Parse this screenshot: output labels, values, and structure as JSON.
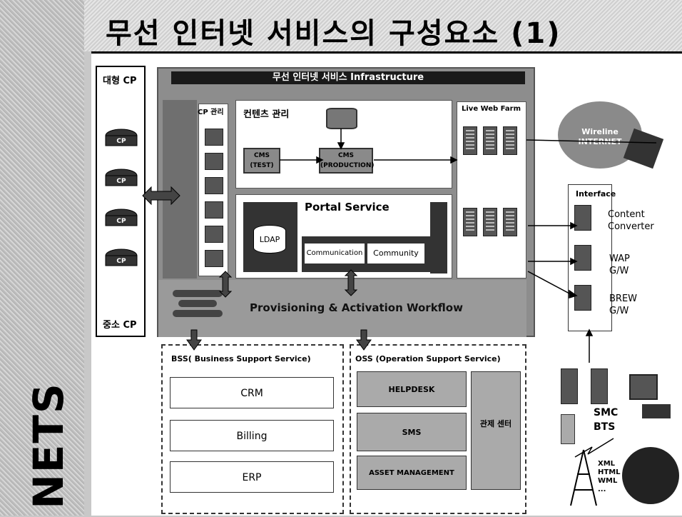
{
  "title": "무선 인터넷 서비스의 구성요소 (1)",
  "logo_text": "NETS",
  "cp_panel": {
    "top_label": "대형 CP",
    "bottom_label": "중소 CP",
    "disk_label": "CP"
  },
  "infrastructure": {
    "header": "무선 인터넷 서비스 Infrastructure",
    "cp_admin": {
      "label": "CP 관리"
    },
    "content_mgmt": {
      "label": "컨텐츠 관리",
      "cms_test": "CMS (TEST)",
      "cms_production": "CMS (PRODUCTION)"
    },
    "portal": {
      "label": "Portal Service",
      "ldap": "LDAP",
      "communication": "Communication",
      "community": "Community"
    },
    "web_farm": {
      "label": "Live Web Farm"
    },
    "workflow": {
      "label": "Provisioning & Activation Workflow"
    }
  },
  "bss": {
    "label": "BSS( Business Support Service)",
    "items": [
      "CRM",
      "Billing",
      "ERP"
    ]
  },
  "oss": {
    "label": "OSS (Operation Support Service)",
    "items": [
      "HELPDESK",
      "SMS",
      "ASSET MANAGEMENT"
    ],
    "side": "관제 센터"
  },
  "internet": {
    "label": "Wireline INTERNET"
  },
  "interface": {
    "label": "Interface",
    "items": [
      "Content Converter",
      "WAP G/W",
      "BREW G/W"
    ]
  },
  "network": {
    "smc": "SMC",
    "bts": "BTS",
    "protocols": [
      "XML",
      "HTML",
      "WML",
      "..."
    ]
  }
}
